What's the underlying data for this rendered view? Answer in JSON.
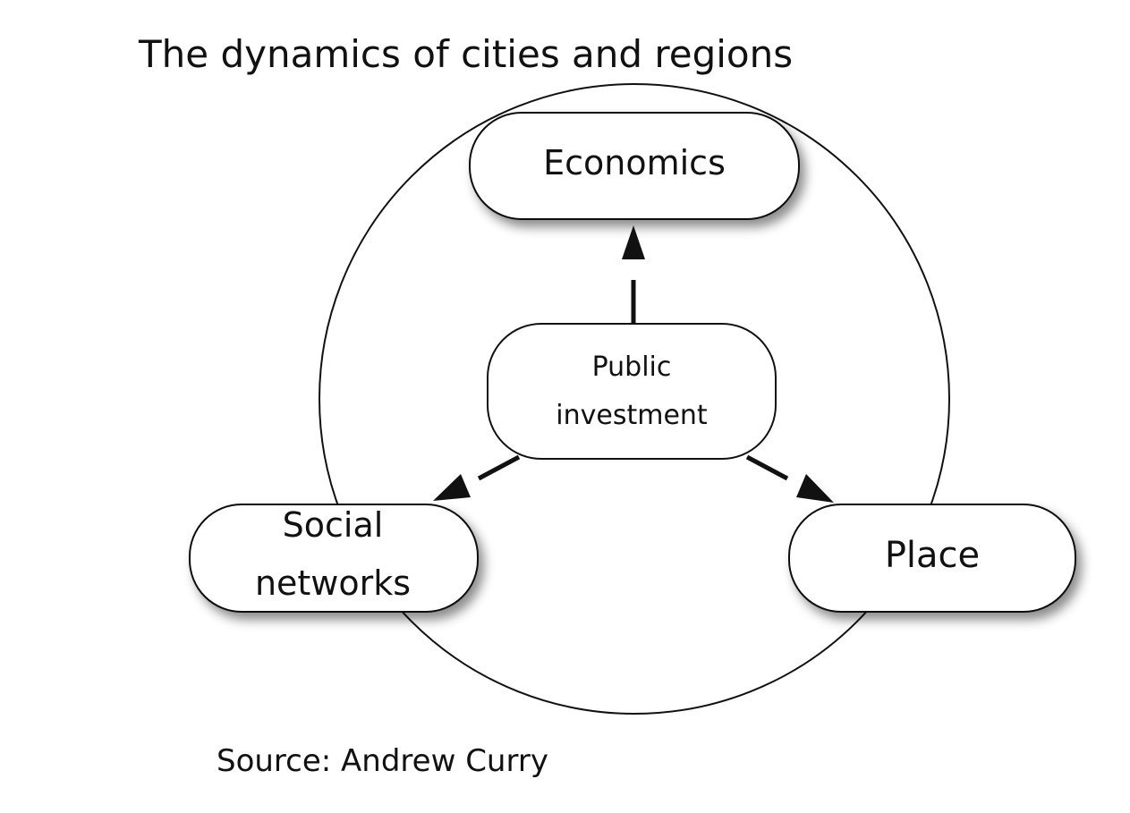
{
  "title": "The dynamics of cities and regions",
  "nodes": {
    "economics": "Economics",
    "public_investment_line1": "Public",
    "public_investment_line2": "investment",
    "social_line1": "Social",
    "social_line2": "networks",
    "place": "Place"
  },
  "source": "Source: Andrew Curry"
}
